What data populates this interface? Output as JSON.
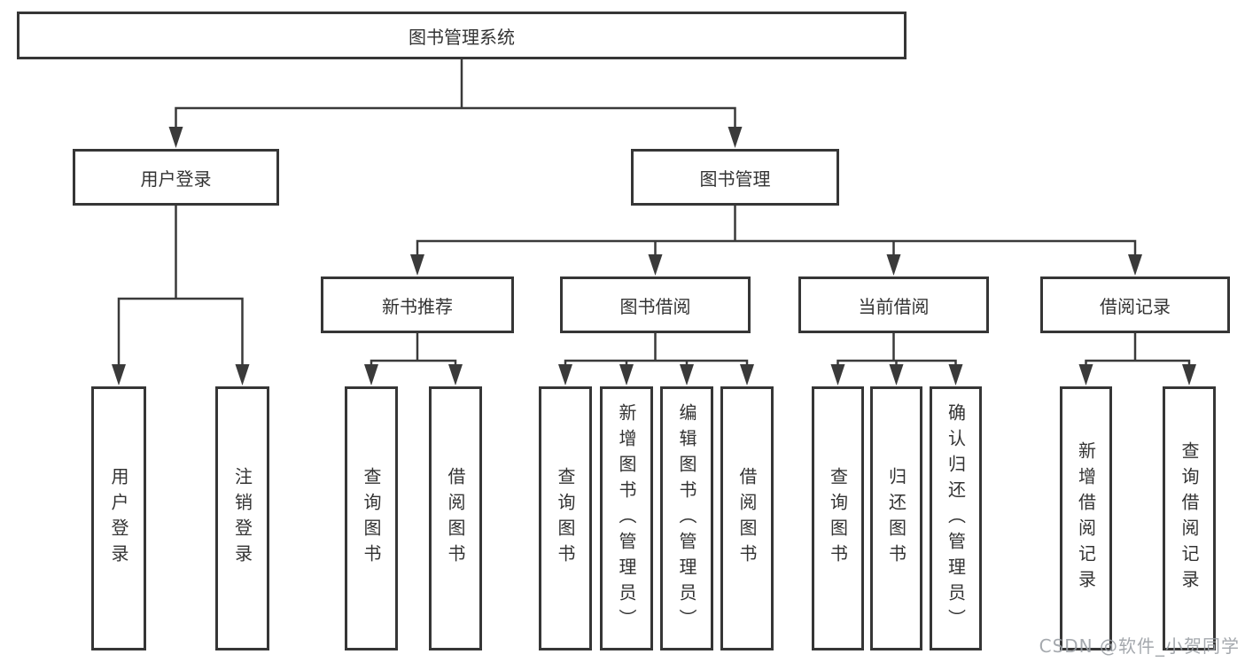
{
  "diagram_title": "图书管理系统",
  "nodes": {
    "root": "图书管理系统",
    "user_login": "用户登录",
    "book_mgmt": "图书管理",
    "new_book_rec": "新书推荐",
    "book_borrow": "图书借阅",
    "current_borrow": "当前借阅",
    "borrow_record": "借阅记录",
    "leaf_user_login": "用户登录",
    "leaf_logout": "注销登录",
    "leaf_query_book_1": "查询图书",
    "leaf_borrow_book_1": "借阅图书",
    "leaf_query_book_2": "查询图书",
    "leaf_add_book": "新增图书（管理员）",
    "leaf_edit_book": "编辑图书（管理员）",
    "leaf_borrow_book_2": "借阅图书",
    "leaf_query_book_3": "查询图书",
    "leaf_return_book": "归还图书",
    "leaf_confirm_return": "确认归还（管理员）",
    "leaf_add_record": "新增借阅记录",
    "leaf_query_record": "查询借阅记录"
  },
  "hierarchy": {
    "图书管理系统": {
      "用户登录": [
        "用户登录",
        "注销登录"
      ],
      "图书管理": {
        "新书推荐": [
          "查询图书",
          "借阅图书"
        ],
        "图书借阅": [
          "查询图书",
          "新增图书（管理员）",
          "编辑图书（管理员）",
          "借阅图书"
        ],
        "当前借阅": [
          "查询图书",
          "归还图书",
          "确认归还（管理员）"
        ],
        "借阅记录": [
          "新增借阅记录",
          "查询借阅记录"
        ]
      }
    }
  },
  "watermark": "CSDN @软件_小贺同学",
  "colors": {
    "border": "#363636",
    "line": "#3a3a3a",
    "text": "#333333",
    "background": "#ffffff",
    "watermark": "#989da3"
  }
}
